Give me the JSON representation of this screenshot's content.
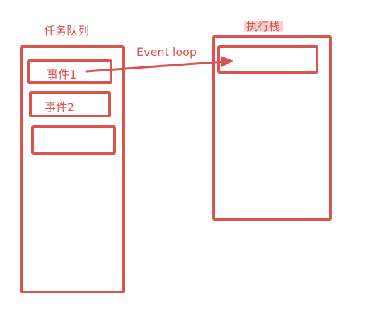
{
  "queue": {
    "title": "任务队列",
    "items": [
      "事件1",
      "事件2",
      ""
    ]
  },
  "stack": {
    "title": "执行栈",
    "items": [
      ""
    ]
  },
  "arrow": {
    "label": "Event loop"
  },
  "colors": {
    "accent": "#d9534f",
    "highlight": "#f5d0d0"
  }
}
